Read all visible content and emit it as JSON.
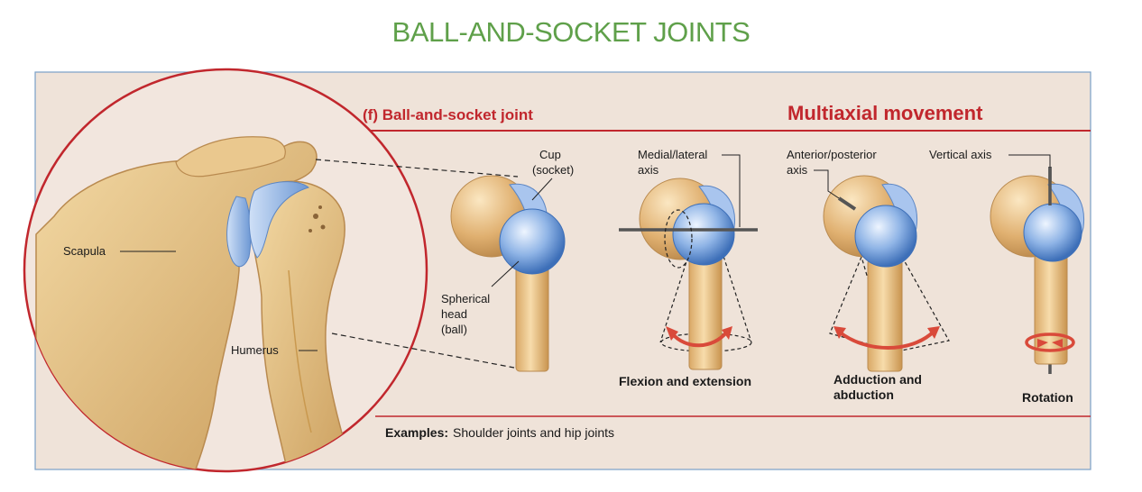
{
  "slide_title": "BALL-AND-SOCKET JOINTS",
  "figure": {
    "panel_heading": "(f) Ball-and-socket joint",
    "movement_heading": "Multiaxial movement",
    "labels": {
      "scapula": "Scapula",
      "humerus": "Humerus",
      "cup_line1": "Cup",
      "cup_line2": "(socket)",
      "head_line1": "Spherical",
      "head_line2": "head",
      "head_line3": "(ball)",
      "ml_axis_line1": "Medial/lateral",
      "ml_axis_line2": "axis",
      "ap_axis_line1": "Anterior/posterior",
      "ap_axis_line2": "axis",
      "vertical_axis": "Vertical axis"
    },
    "captions": {
      "flexion": "Flexion and extension",
      "adduction_line1": "Adduction and",
      "adduction_line2": "abduction",
      "rotation": "Rotation"
    },
    "examples_label": "Examples:",
    "examples_text": "Shoulder joints and hip joints"
  },
  "colors": {
    "title_green": "#5fa04a",
    "heading_red": "#c1272d",
    "panel_bg": "#efe3d9",
    "panel_border": "#7aa0c8",
    "bone": "#e6c48a",
    "cartilage_blue": "#8fb4e6",
    "arrow_red": "#d94a3a"
  }
}
